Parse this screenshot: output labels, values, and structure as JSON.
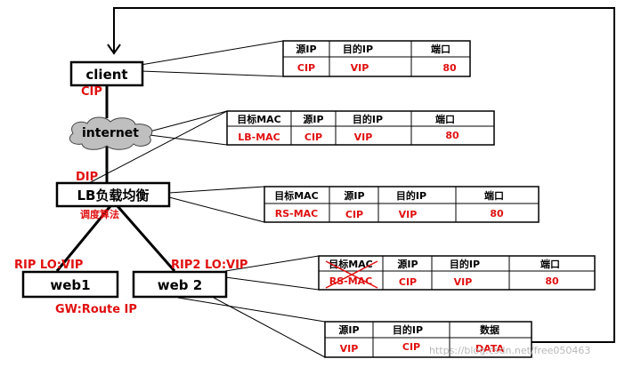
{
  "colors": {
    "line": "#000000",
    "red": "#e01010",
    "cloud_fill": "#bfbfbf",
    "watermark": "#b9b9b9"
  },
  "nodes": {
    "client": "client",
    "internet": "internet",
    "lb": "LB负载均衡",
    "web1": "web1",
    "web2": "web 2"
  },
  "labels": {
    "cip": "CIP",
    "dip": "DIP",
    "sched": "调度算法",
    "rip1": "RIP  LO:VIP",
    "rip2": "RIP2  LO:VIP",
    "gw": "GW:Route IP"
  },
  "tables": {
    "t1": {
      "headers": [
        "源IP",
        "目的IP",
        "端口"
      ],
      "values": [
        "CIP",
        "VIP",
        "80"
      ]
    },
    "t2": {
      "headers": [
        "目标MAC",
        "源IP",
        "目的IP",
        "端口"
      ],
      "values": [
        "LB-MAC",
        "CIP",
        "VIP",
        "80"
      ]
    },
    "t3": {
      "headers": [
        "目标MAC",
        "源IP",
        "目的IP",
        "端口"
      ],
      "values": [
        "RS-MAC",
        "CIP",
        "VIP",
        "80"
      ]
    },
    "t4": {
      "headers": [
        "目标MAC",
        "源IP",
        "目的IP",
        "端口"
      ],
      "values": [
        "RS-MAC",
        "CIP",
        "VIP",
        "80"
      ]
    },
    "t5": {
      "headers": [
        "源IP",
        "目的IP",
        "数据"
      ],
      "values": [
        "VIP",
        "CIP",
        "DATA"
      ]
    }
  },
  "watermark": "https://blog.csdn.net/free050463"
}
